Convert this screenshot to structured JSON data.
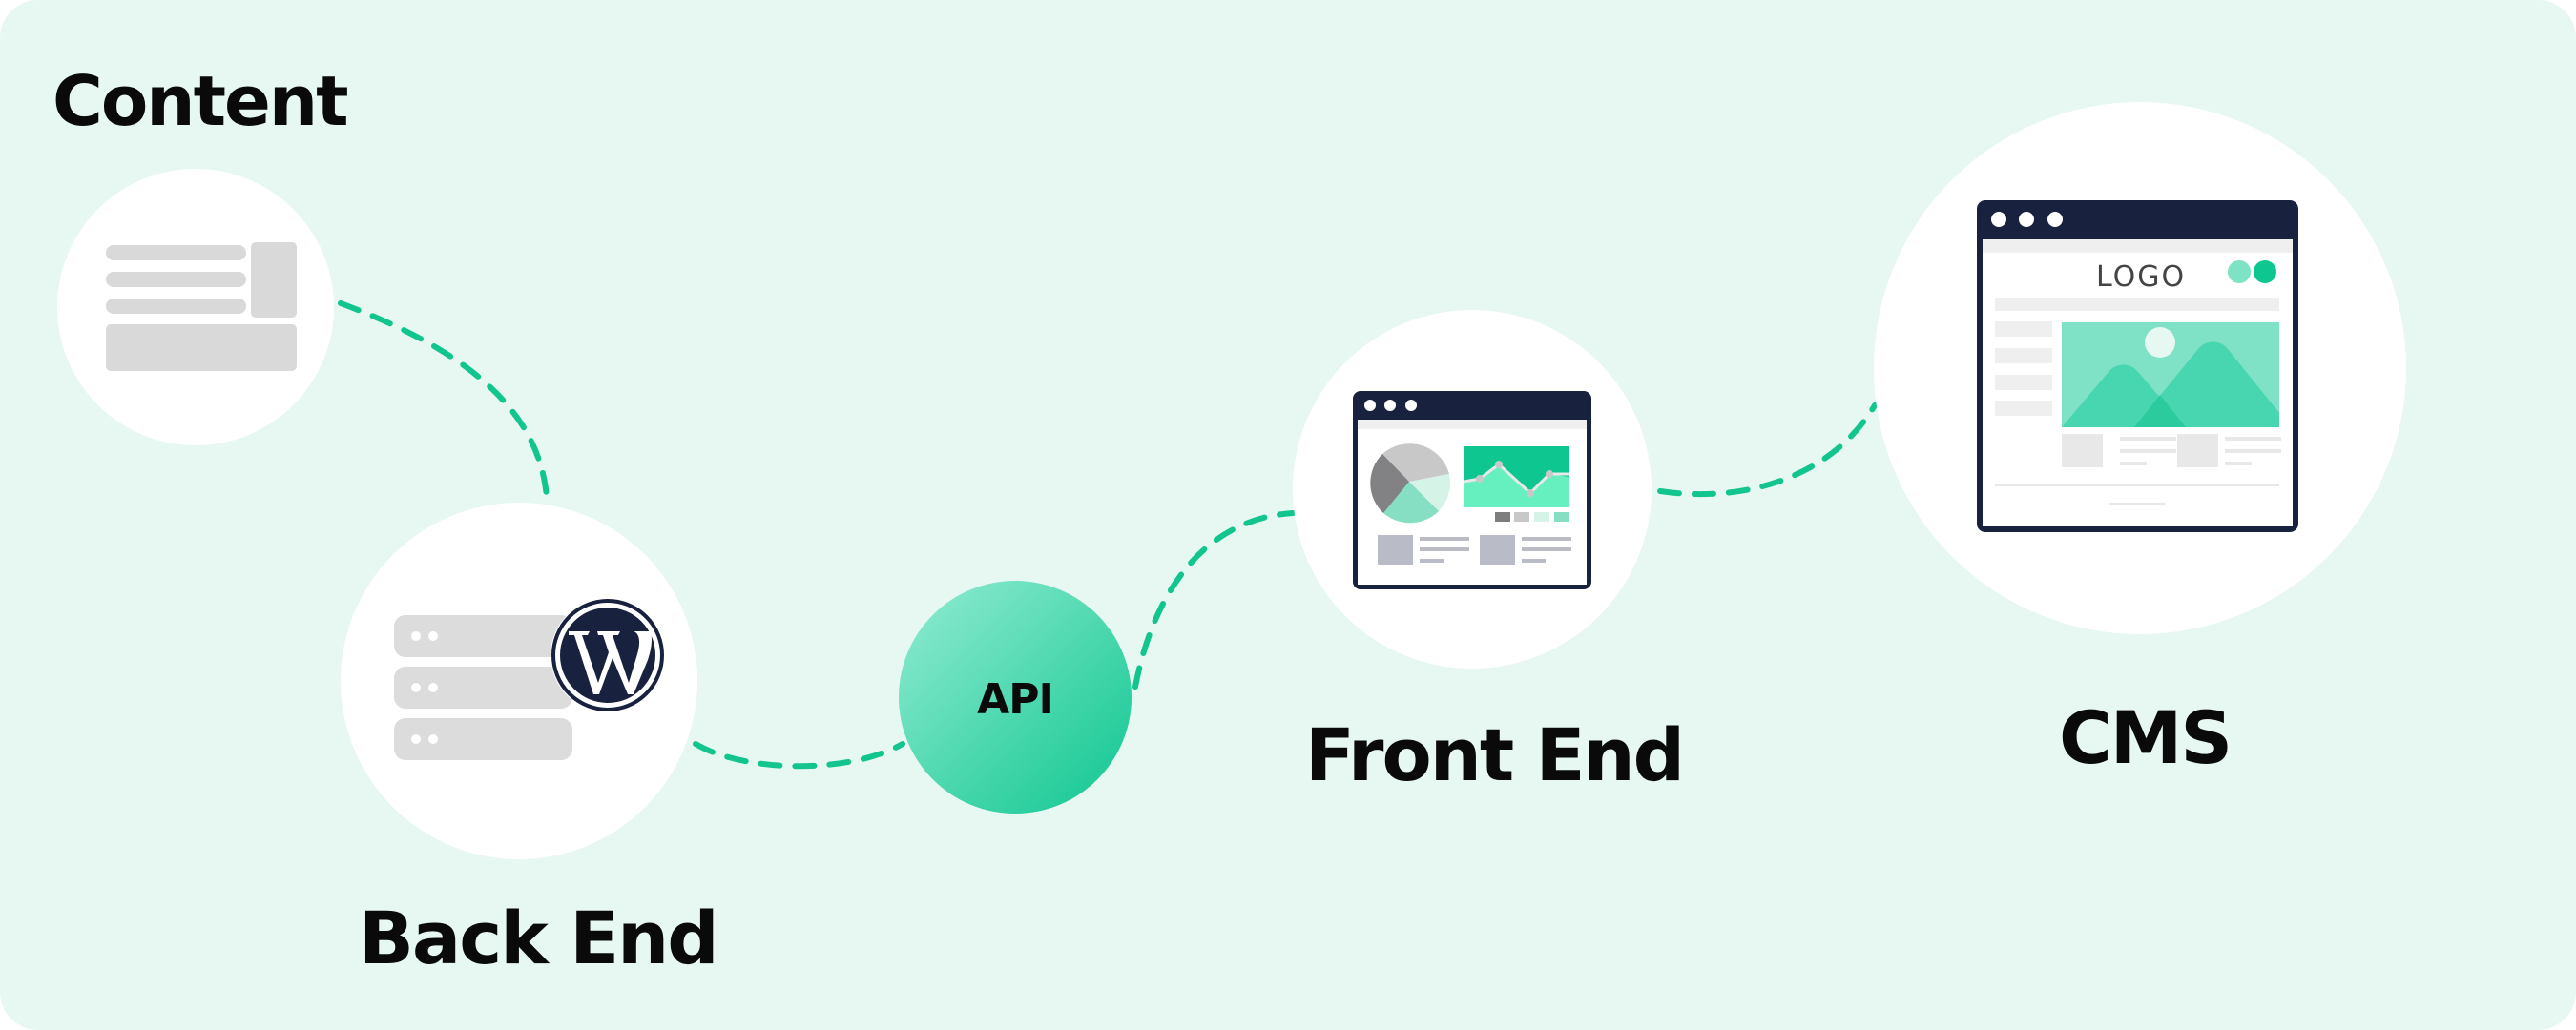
{
  "title": "Content",
  "nodes": {
    "content": {
      "label": "Content",
      "icon": "document-layout-icon"
    },
    "backend": {
      "label": "Back End",
      "icon": "server-stack-icon",
      "badge": "wordpress-logo-icon"
    },
    "api": {
      "label": "API"
    },
    "frontend": {
      "label": "Front End",
      "icon": "dashboard-browser-icon"
    },
    "cms": {
      "label": "CMS",
      "icon": "website-browser-icon",
      "logo_text": "LOGO"
    }
  },
  "connections": [
    {
      "from": "content",
      "to": "backend",
      "style": "dashed"
    },
    {
      "from": "backend",
      "to": "api",
      "style": "dashed"
    },
    {
      "from": "api",
      "to": "frontend",
      "style": "dashed"
    },
    {
      "from": "frontend",
      "to": "cms",
      "style": "dashed"
    }
  ],
  "colors": {
    "background": "#E6F8F1",
    "accent": "#10C690",
    "accent_light": "#7EE2C4",
    "navy": "#18223F",
    "placeholder_gray": "#D9D9D9",
    "text": "#0A0A0A"
  }
}
